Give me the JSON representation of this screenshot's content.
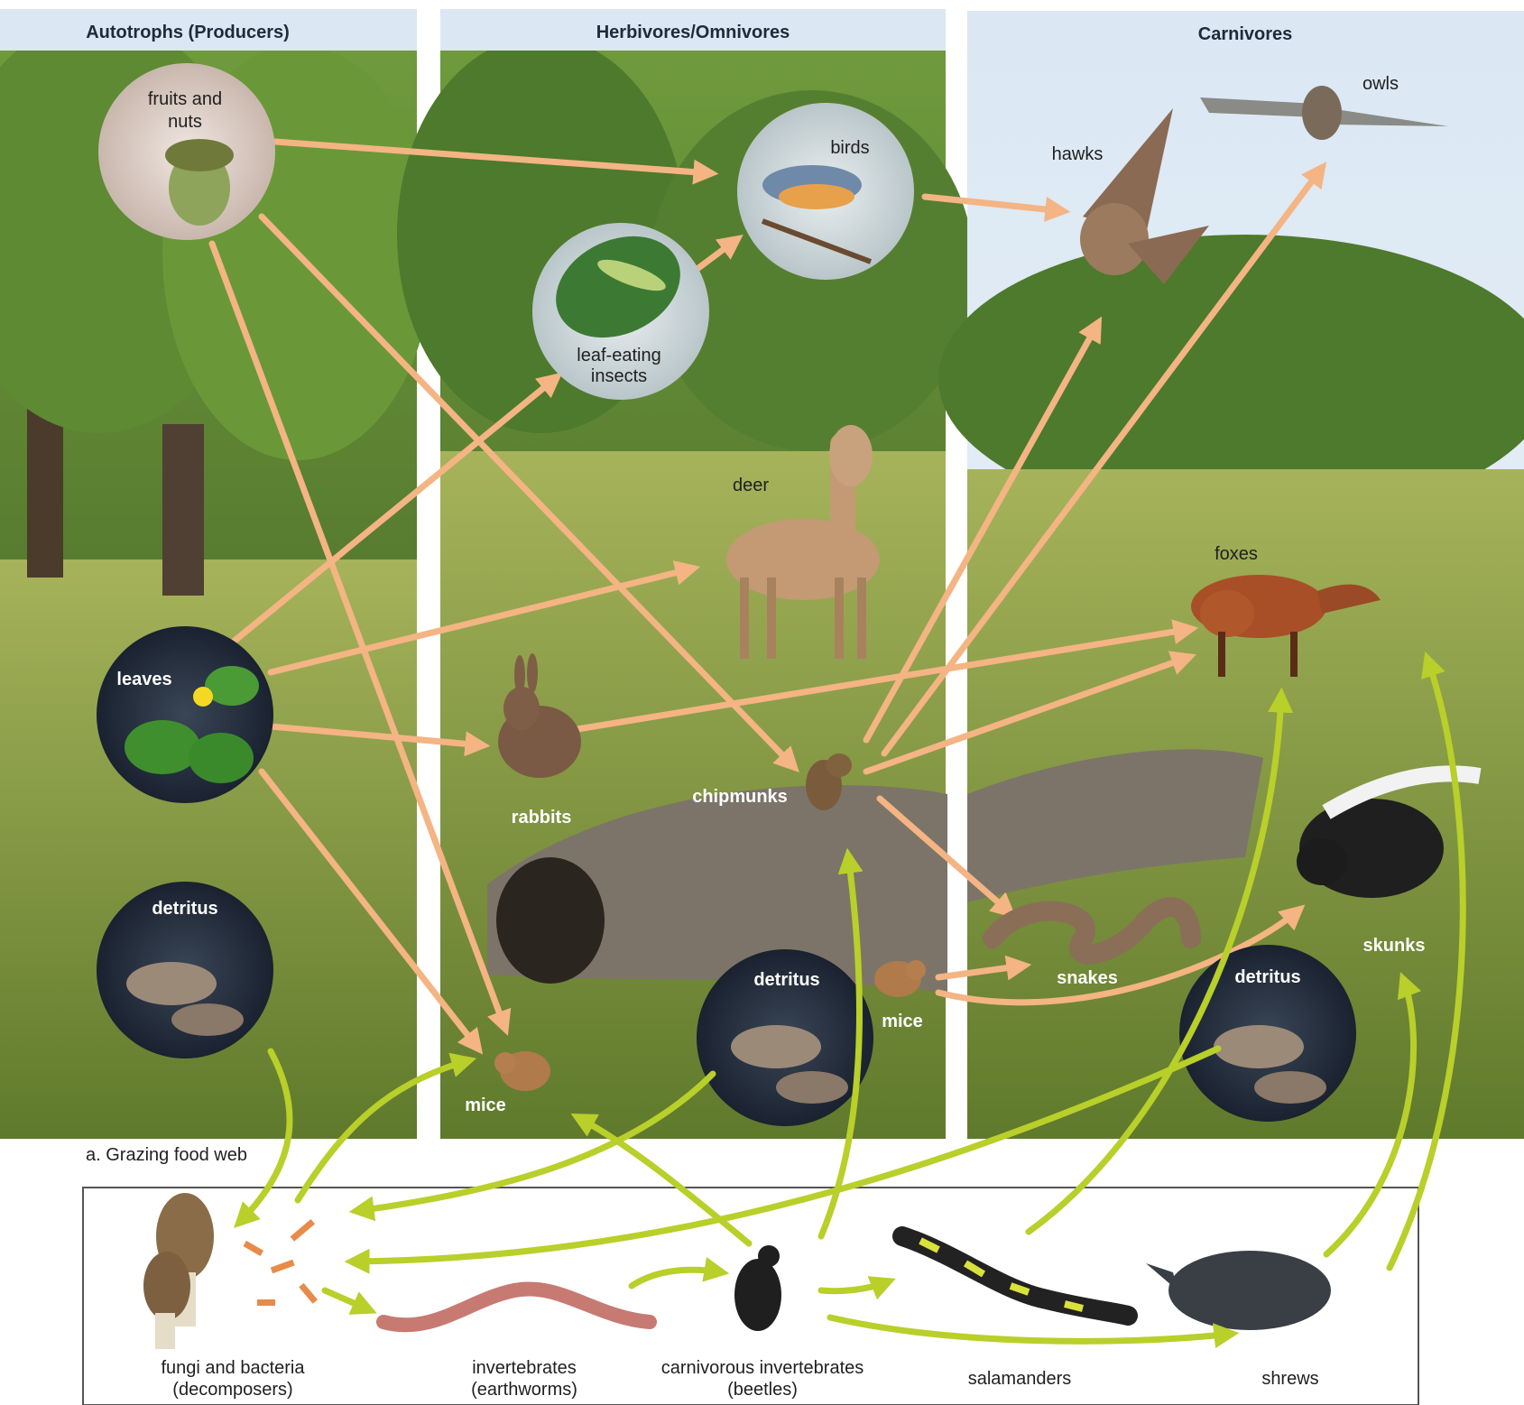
{
  "panel_headers": {
    "autotrophs": "Autotrophs (Producers)",
    "herbivores": "Herbivores/Omnivores",
    "carnivores": "Carnivores"
  },
  "caption": "a. Grazing food web",
  "nodes": {
    "fruits_nuts": {
      "line1": "fruits and",
      "line2": "nuts"
    },
    "leaves": "leaves",
    "detritus": "detritus",
    "birds": "birds",
    "leaf_insects": {
      "line1": "leaf-eating",
      "line2": "insects"
    },
    "deer": "deer",
    "rabbits": "rabbits",
    "chipmunks": "chipmunks",
    "mice": "mice",
    "hawks": "hawks",
    "owls": "owls",
    "foxes": "foxes",
    "snakes": "snakes",
    "skunks": "skunks"
  },
  "detritus_web": {
    "fungi": {
      "line1": "fungi and bacteria",
      "line2": "(decomposers)"
    },
    "earthworms": {
      "line1": "invertebrates",
      "line2": "(earthworms)"
    },
    "beetles": {
      "line1": "carnivorous invertebrates",
      "line2": "(beetles)"
    },
    "salamanders": "salamanders",
    "shrews": "shrews"
  },
  "colors": {
    "grazing_arrow": "#f4b483",
    "detrital_arrow": "#b9cf2a",
    "header_bg": "#dbe7f2"
  }
}
